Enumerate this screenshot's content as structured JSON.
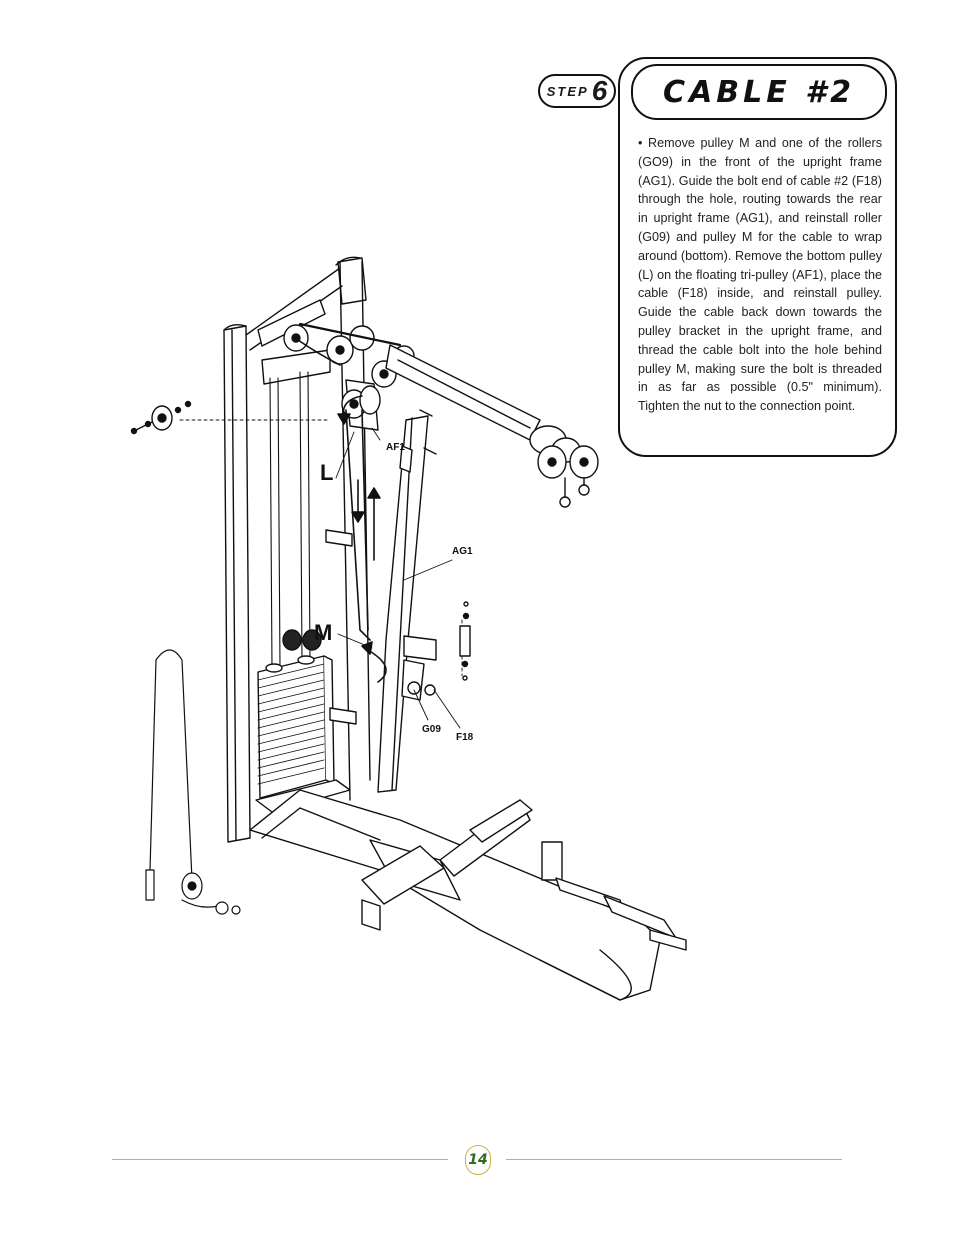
{
  "step": {
    "word": "STEP",
    "number": "6"
  },
  "title": "CABLE #2",
  "instructions": "• Remove pulley M and one of the rollers (GO9) in the front of the upright frame (AG1). Guide the bolt end of cable #2 (F18) through the hole, routing towards the rear in upright frame (AG1), and reinstall roller (G09) and pulley M for the cable to wrap around (bottom). Remove the bottom pulley (L) on the floating tri-pulley (AF1), place the cable (F18) inside, and reinstall pulley. Guide the cable back down towards the pulley bracket in the upright frame, and thread the cable bolt into the hole behind pulley M, making sure the bolt is threaded in as far as possible (0.5\" minimum). Tighten the nut to the connection point.",
  "callouts": {
    "l": "L",
    "m": "M",
    "af1": "AF1",
    "ag1": "AG1",
    "g09": "G09",
    "f18": "F18"
  },
  "page_number": "14",
  "colors": {
    "footer_rule": "#c9b445",
    "page_number": "#2e6b1e",
    "ink": "#111111"
  }
}
